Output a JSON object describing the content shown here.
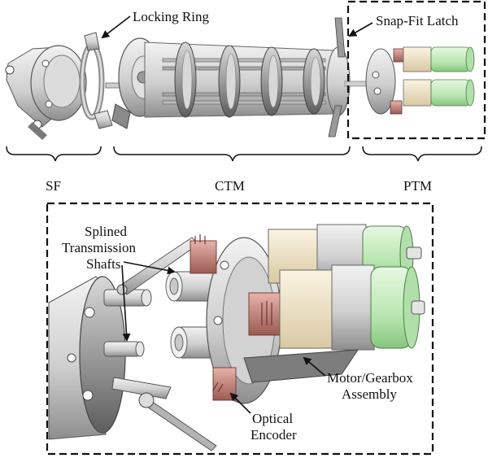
{
  "labels": {
    "locking_ring": "Locking Ring",
    "snap_fit_latch": "Snap-Fit Latch",
    "splined_line1": "Splined",
    "splined_line2": "Transmission",
    "splined_line3": "Shafts",
    "motor_line1": "Motor/Gearbox",
    "motor_line2": "Assembly",
    "optical_line1": "Optical",
    "optical_line2": "Encoder"
  },
  "sections": {
    "sf": "SF",
    "ctm": "CTM",
    "ptm": "PTM"
  },
  "colors": {
    "metal_light": "#e6e6e6",
    "metal_mid": "#bdbdbd",
    "metal_dark": "#6e6e6e",
    "copper": "#c98a7f",
    "copper_dark": "#8a4a44",
    "motor_green": "#c9ecc2",
    "motor_cream": "#f3e8cc"
  }
}
